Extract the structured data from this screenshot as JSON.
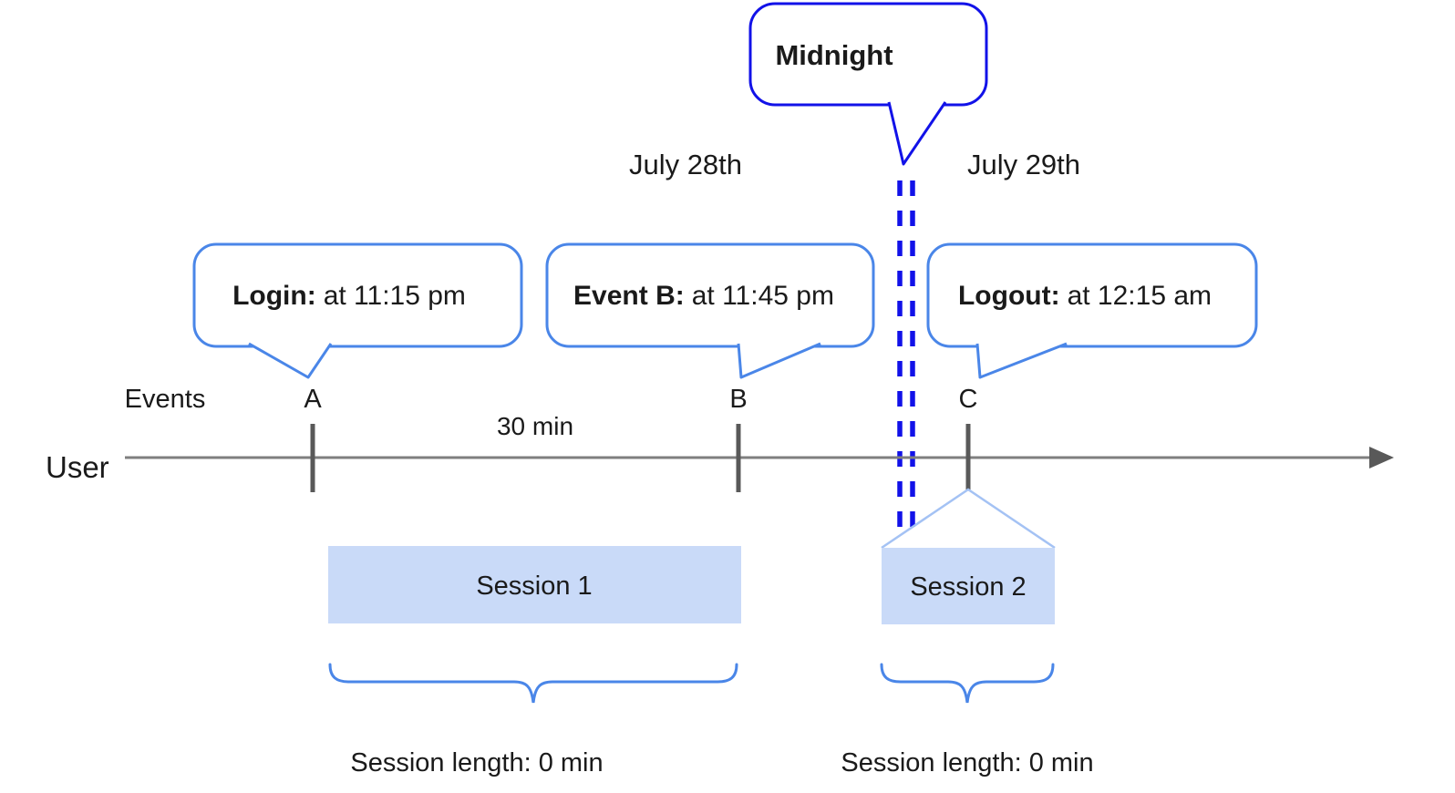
{
  "diagram": {
    "midnight_callout": {
      "label": "Midnight"
    },
    "dates": {
      "before": "July 28th",
      "after": "July 29th"
    },
    "callouts": [
      {
        "id": "login",
        "prefix": "Login:",
        "time": "at 11:15 pm"
      },
      {
        "id": "event-b",
        "prefix": "Event B:",
        "time": "at 11:45 pm"
      },
      {
        "id": "logout",
        "prefix": "Logout:",
        "time": "at 12:15 am"
      }
    ],
    "timeline": {
      "row_label": "User",
      "events_label": "Events",
      "marks": [
        "A",
        "B",
        "C"
      ],
      "interval_label": "30 min"
    },
    "sessions": [
      {
        "label": "Session 1",
        "length_label": "Session length: 0 min"
      },
      {
        "label": "Session 2",
        "length_label": "Session length: 0 min"
      }
    ],
    "colors": {
      "callout_border": "#4a86e8",
      "midnight_border": "#1212e8",
      "dashed_line": "#1212e8",
      "session_fill": "#c9daf8",
      "brace": "#4a86e8",
      "axis_line": "#7f7f7f",
      "tick": "#595959",
      "projection_line": "#a4c2f4",
      "text": "#1a1a1a"
    }
  }
}
